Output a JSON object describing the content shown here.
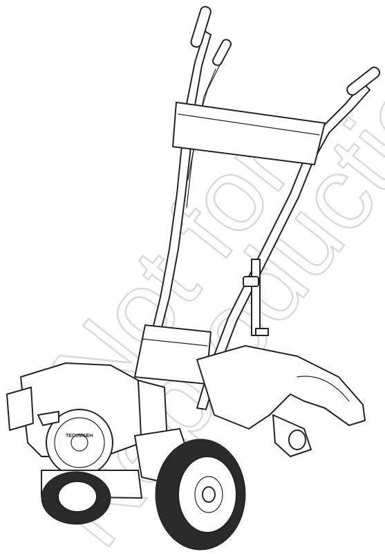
{
  "illustration": {
    "brand_label": "TECUMSEH",
    "watermark": [
      "Not for",
      "Reproduction"
    ],
    "colors": {
      "line": "#222222",
      "background": "#ffffff",
      "watermark": "#d9d9d9"
    }
  }
}
